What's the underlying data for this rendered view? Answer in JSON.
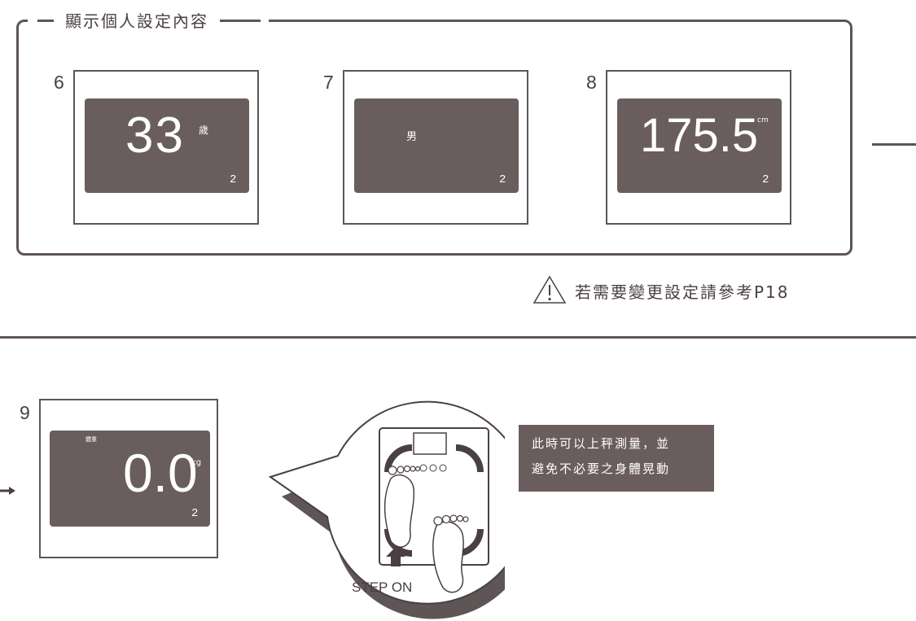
{
  "settings_panel": {
    "title": "顯示個人設定內容",
    "steps": [
      {
        "number": "6",
        "display_value": "33",
        "unit": "歲",
        "user_no": "2"
      },
      {
        "number": "7",
        "display_value": "男",
        "user_no": "2"
      },
      {
        "number": "8",
        "display_value": "175.5",
        "unit": "cm",
        "user_no": "2"
      }
    ]
  },
  "warning": {
    "icon": "warning-triangle-icon",
    "text": "若需要變更設定請參考P18"
  },
  "measure_step": {
    "number": "9",
    "label": "體重",
    "display_value": "0.0",
    "unit": "kg",
    "user_no": "2"
  },
  "callout": {
    "line1": "此時可以上秤測量，並",
    "line2": "避免不必要之身體晃動"
  },
  "scale_illustration": {
    "step_on_label": "STEP ON",
    "arrow_icon": "up-arrow-icon"
  }
}
